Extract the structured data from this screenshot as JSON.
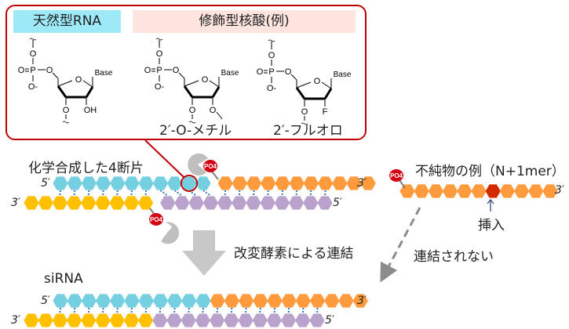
{
  "callout": {
    "natural_header": "天然型RNA",
    "modified_header": "修飾型核酸(例)",
    "structures": [
      {
        "name": "natural-rna",
        "base_label": "Base",
        "substituent": "OH",
        "caption": ""
      },
      {
        "name": "2-o-methyl",
        "base_label": "Base",
        "substituent": "O-CH3",
        "caption": "2′-O-メチル"
      },
      {
        "name": "2-fluoro",
        "base_label": "Base",
        "substituent": "F",
        "caption": "2′-フルオロ"
      }
    ],
    "atom_labels": {
      "phosphorus": "P",
      "oxygen": "O",
      "oxygen_minus": "O-"
    }
  },
  "fragments": {
    "title": "化学合成した4断片",
    "top_strand": {
      "left_end": "5′",
      "right_end": "3′",
      "segments": [
        {
          "color": "#74cfe0",
          "count": 11
        },
        {
          "color": "#ff9a3d",
          "count": 11
        }
      ]
    },
    "bottom_strand": {
      "left_end": "3′",
      "right_end": "5′",
      "segments": [
        {
          "color": "#ffc000",
          "count": 9
        },
        {
          "color": "#b9a3cc",
          "count": 12
        }
      ]
    },
    "phosphate_label": "PO4"
  },
  "ligation": {
    "label": "改変酵素による連結"
  },
  "sirna": {
    "title": "siRNA",
    "top_strand": {
      "left_end": "5′",
      "right_end": "3′",
      "segments": [
        {
          "color": "#74cfe0",
          "count": 11
        },
        {
          "color": "#ff9a3d",
          "count": 11
        }
      ]
    },
    "bottom_strand": {
      "left_end": "3′",
      "right_end": "5′",
      "segments": [
        {
          "color": "#ffc000",
          "count": 9
        },
        {
          "color": "#b9a3cc",
          "count": 12
        }
      ]
    }
  },
  "impurity": {
    "title": "不純物の例（N+1mer）",
    "right_end": "3′",
    "units_before": 6,
    "units_after": 4,
    "unit_color": "#ff9a3d",
    "inserted_color": "#d42a00",
    "insert_label": "挿入",
    "not_ligated_label": "連結されない",
    "phosphate_label": "PO4"
  },
  "colors": {
    "callout_border": "#c00000",
    "phosphate_red": "#d40012",
    "enzyme_gray": "#bfbfbf",
    "pair_line": "#2e75b6",
    "arrow_gray": "#c8c8c8"
  }
}
